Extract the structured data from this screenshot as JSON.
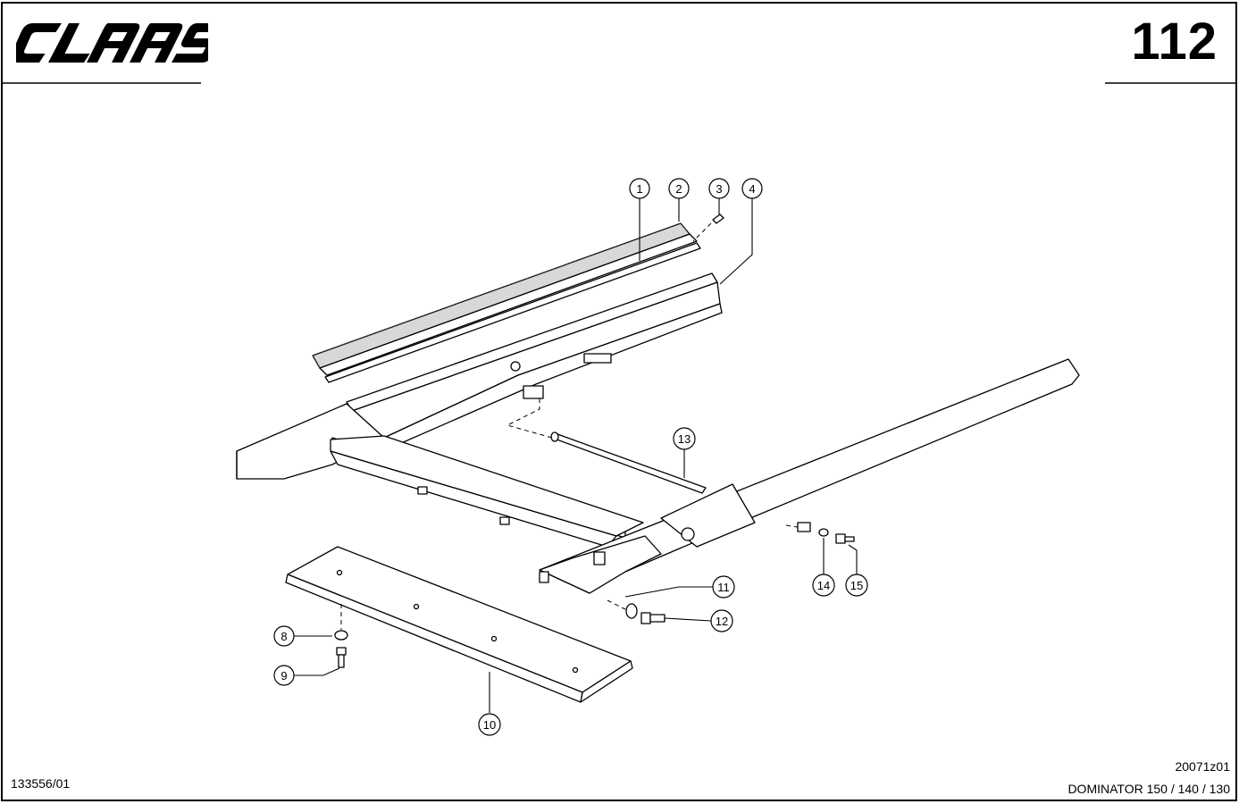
{
  "header": {
    "brand": "CLAAS",
    "page_number": "112"
  },
  "footer": {
    "document_number": "133556/01",
    "drawing_reference": "20071z01",
    "model": "DOMINATOR 150 / 140 / 130"
  },
  "callouts": [
    "1",
    "2",
    "3",
    "4",
    "8",
    "9",
    "10",
    "11",
    "12",
    "13",
    "14",
    "15"
  ]
}
